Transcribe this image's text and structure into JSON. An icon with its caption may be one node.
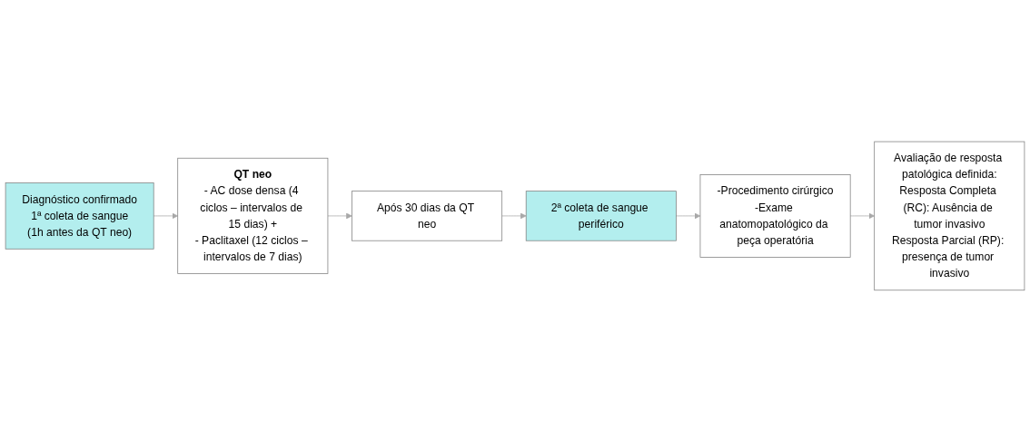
{
  "diagram": {
    "nodes": [
      {
        "text": [
          "Diagnóstico confirmado",
          "1ª coleta de sangue",
          "(1h antes da QT neo)"
        ]
      },
      {
        "text": [
          "QT neo",
          "- AC dose densa (4 ciclos – intervalos de 15 dias) +",
          "- Paclitaxel (12 ciclos – intervalos de 7 dias)"
        ]
      },
      {
        "text": [
          "Após 30 dias da QT neo"
        ]
      },
      {
        "text": [
          "2ª coleta de sangue periférico"
        ]
      },
      {
        "text": [
          "-Procedimento cirúrgico",
          "-Exame anatomopatológico da peça operatória"
        ]
      },
      {
        "text": [
          "Avaliação de resposta patológica definida:",
          "Resposta Completa (RC): Ausência de tumor invasivo",
          "Resposta Parcial (RP): presença de tumor invasivo"
        ]
      }
    ],
    "edges": [
      {
        "from": 0,
        "to": 1,
        "arrow": "to"
      },
      {
        "from": 1,
        "to": 2,
        "arrow": "to"
      },
      {
        "from": 2,
        "to": 3,
        "arrow": "to"
      },
      {
        "from": 3,
        "to": 4,
        "arrow": "to"
      },
      {
        "from": 4,
        "to": 5,
        "arrow": "to"
      }
    ]
  }
}
